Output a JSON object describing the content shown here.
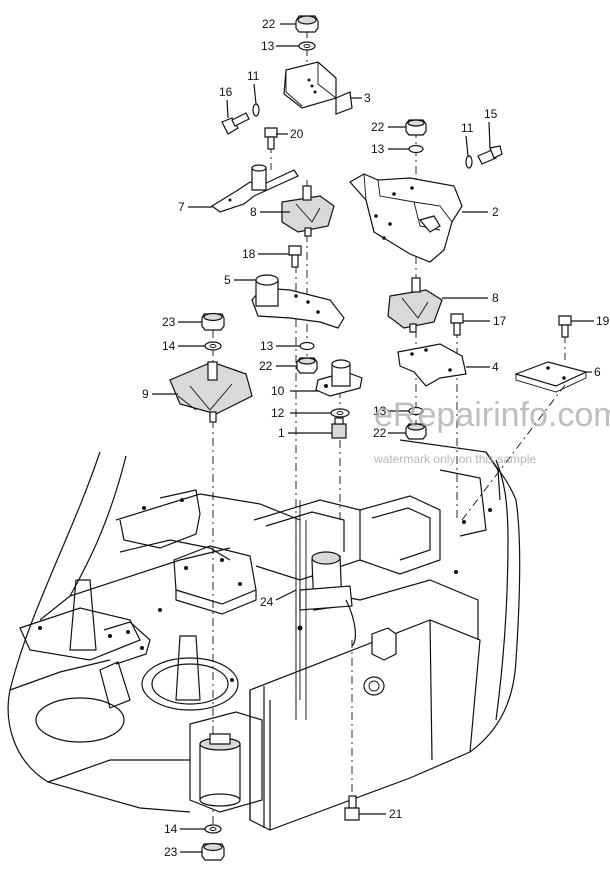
{
  "callouts": [
    "22",
    "13",
    "11",
    "3",
    "16",
    "20",
    "22",
    "13",
    "11",
    "15",
    "7",
    "8",
    "2",
    "18",
    "5",
    "8",
    "23",
    "14",
    "13",
    "17",
    "19",
    "22",
    "4",
    "6",
    "9",
    "10",
    "12",
    "13",
    "1",
    "22",
    "24",
    "21",
    "14",
    "23"
  ],
  "watermark": {
    "site": "eRepairinfo.com",
    "note": "watermark only on this sample"
  }
}
